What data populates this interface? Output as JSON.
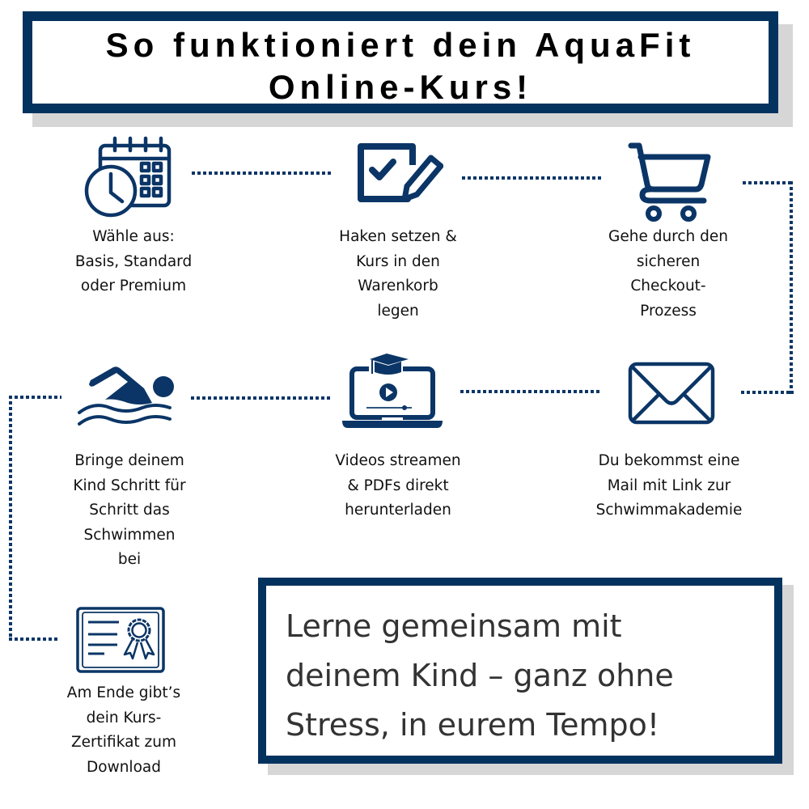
{
  "colors": {
    "navy": "#0b3566",
    "frame_border": "#04325f",
    "shadow": "#d6d6d6",
    "text": "#111111",
    "slogan_text": "#333333"
  },
  "title": {
    "line1": "So funktioniert dein AquaFit",
    "line2": "Online-Kurs!"
  },
  "steps": [
    {
      "icon": "calendar-clock-icon",
      "lines": [
        "Wähle aus:",
        "Basis, Standard",
        "oder Premium"
      ]
    },
    {
      "icon": "checkbox-pencil-icon",
      "lines": [
        "Haken setzen &",
        "Kurs in den",
        "Warenkorb",
        "legen"
      ]
    },
    {
      "icon": "shopping-cart-icon",
      "lines": [
        "Gehe durch den",
        "sicheren",
        "Checkout-",
        "Prozess"
      ]
    },
    {
      "icon": "envelope-icon",
      "lines": [
        "Du bekommst eine",
        "Mail mit Link zur",
        "Schwimmakademie"
      ]
    },
    {
      "icon": "laptop-video-graduation-icon",
      "lines": [
        "Videos streamen",
        "& PDFs direkt",
        "herunterladen"
      ]
    },
    {
      "icon": "swimmer-icon",
      "lines": [
        "Bringe deinem",
        "Kind Schritt für",
        "Schritt das",
        "Schwimmen",
        "bei"
      ]
    },
    {
      "icon": "certificate-ribbon-icon",
      "lines": [
        "Am Ende gibt’s",
        "dein Kurs-",
        "Zertifikat zum",
        "Download"
      ]
    }
  ],
  "slogan": {
    "lines": [
      "Lerne gemeinsam mit",
      "deinem Kind – ganz ohne",
      "Stress, in eurem Tempo!"
    ]
  }
}
